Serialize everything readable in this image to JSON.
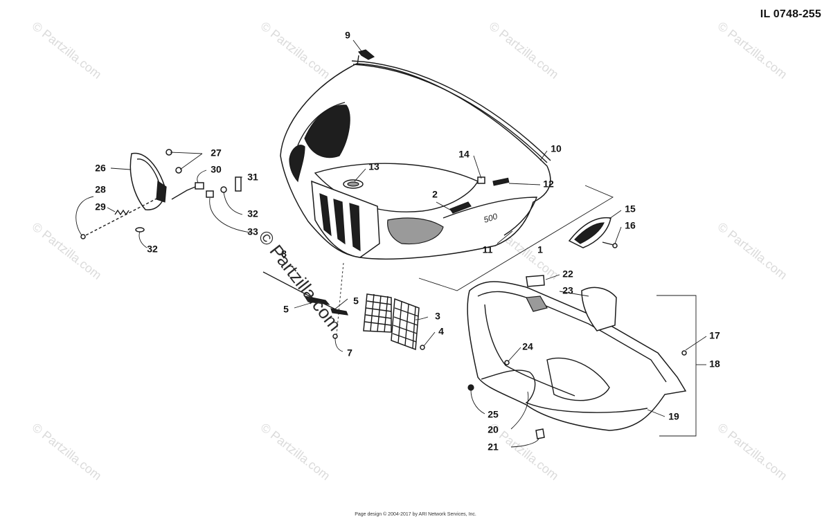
{
  "illustration_id": "IL 0748-255",
  "footer_text": "Page design © 2004-2017 by ARI Network Services, Inc.",
  "watermark_text": "© Partzilla.com",
  "callouts": [
    {
      "id": "c1",
      "label": "1"
    },
    {
      "id": "c2",
      "label": "2"
    },
    {
      "id": "c3",
      "label": "3"
    },
    {
      "id": "c4",
      "label": "4"
    },
    {
      "id": "c5a",
      "label": "5"
    },
    {
      "id": "c5b",
      "label": "5"
    },
    {
      "id": "c7",
      "label": "7"
    },
    {
      "id": "c8",
      "label": "8"
    },
    {
      "id": "c9",
      "label": "9"
    },
    {
      "id": "c10",
      "label": "10"
    },
    {
      "id": "c11",
      "label": "11"
    },
    {
      "id": "c12",
      "label": "12"
    },
    {
      "id": "c13",
      "label": "13"
    },
    {
      "id": "c14",
      "label": "14"
    },
    {
      "id": "c15",
      "label": "15"
    },
    {
      "id": "c16",
      "label": "16"
    },
    {
      "id": "c17",
      "label": "17"
    },
    {
      "id": "c18",
      "label": "18"
    },
    {
      "id": "c19",
      "label": "19"
    },
    {
      "id": "c20",
      "label": "20"
    },
    {
      "id": "c21",
      "label": "21"
    },
    {
      "id": "c22",
      "label": "22"
    },
    {
      "id": "c23",
      "label": "23"
    },
    {
      "id": "c24",
      "label": "24"
    },
    {
      "id": "c25",
      "label": "25"
    },
    {
      "id": "c26",
      "label": "26"
    },
    {
      "id": "c27",
      "label": "27"
    },
    {
      "id": "c28",
      "label": "28"
    },
    {
      "id": "c29",
      "label": "29"
    },
    {
      "id": "c30",
      "label": "30"
    },
    {
      "id": "c31",
      "label": "31"
    },
    {
      "id": "c32a",
      "label": "32"
    },
    {
      "id": "c32b",
      "label": "32"
    },
    {
      "id": "c33",
      "label": "33"
    }
  ]
}
